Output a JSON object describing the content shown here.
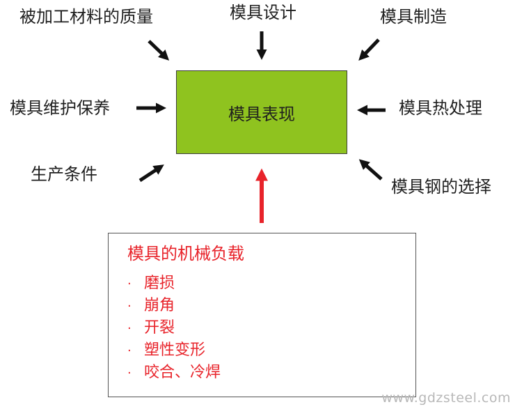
{
  "center": {
    "label": "模具表现"
  },
  "factors": {
    "top_left": "被加工材料的质量",
    "top_center": "模具设计",
    "top_right": "模具制造",
    "middle_left": "模具维护保养",
    "middle_right": "模具热处理",
    "bottom_left": "生产条件",
    "bottom_right": "模具钢的选择"
  },
  "load": {
    "title": "模具的机械负载",
    "items": [
      "磨损",
      "崩角",
      "开裂",
      "塑性变形",
      "咬合、冷焊"
    ]
  },
  "watermark": "www.gdzsteel.com",
  "colors": {
    "box_fill": "#8fc31f",
    "load_text": "#e8232a",
    "red_arrow": "#e8232a"
  }
}
